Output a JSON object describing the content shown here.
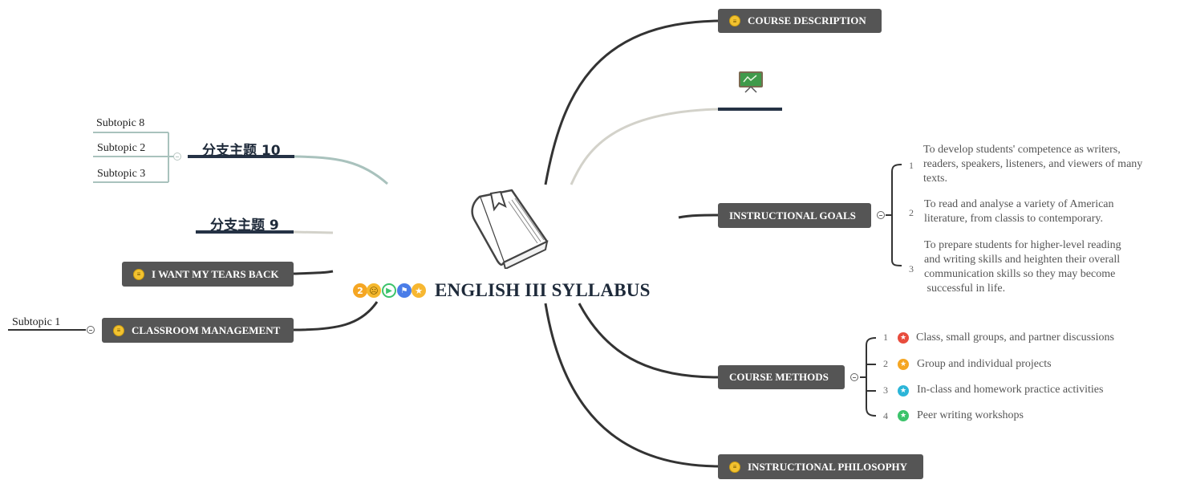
{
  "central": {
    "title": "ENGLISH III SYLLABUS",
    "icon": "book-icon",
    "markers": [
      {
        "name": "priority-2-icon",
        "label": "2",
        "color": "#f5a623"
      },
      {
        "name": "emoji-crying-icon",
        "label": "",
        "color": "#f5b82e"
      },
      {
        "name": "play-task-icon",
        "label": "",
        "color": "#3cc36b"
      },
      {
        "name": "flag-icon",
        "label": "",
        "color": "#4a7de8"
      },
      {
        "name": "star-icon",
        "label": "",
        "color": "#f7b731"
      }
    ]
  },
  "right": {
    "course_description": "COURSE DESCRIPTION",
    "image_topic_icon": "teaching-board-icon",
    "instructional_goals": {
      "label": "INSTRUCTIONAL GOALS",
      "items": [
        {
          "num": "1",
          "text": [
            "To develop students' competence as writers,",
            "readers, speakers, listeners, and viewers of many",
            "texts."
          ]
        },
        {
          "num": "2",
          "text": [
            "To read and analyse a variety of American",
            "literature, from classis to contemporary."
          ]
        },
        {
          "num": "3",
          "text": [
            "To prepare students for higher-level reading",
            "and writing skills and heighten their overall",
            "communication skills so they may become",
            " successful in life."
          ]
        }
      ]
    },
    "course_methods": {
      "label": "COURSE METHODS",
      "items": [
        {
          "num": "1",
          "text": "Class, small groups, and partner discussions",
          "star_color": "#e84c3d"
        },
        {
          "num": "2",
          "text": "Group and individual projects",
          "star_color": "#f5a623"
        },
        {
          "num": "3",
          "text": "In-class and homework practice activities",
          "star_color": "#2bb5d8"
        },
        {
          "num": "4",
          "text": "Peer writing workshops",
          "star_color": "#3cc36b"
        }
      ]
    },
    "instructional_philosophy": "INSTRUCTIONAL PHILOSOPHY"
  },
  "left": {
    "branch10": {
      "label": "分支主题 10",
      "subtopics": [
        "Subtopic 8",
        "Subtopic 2",
        "Subtopic 3"
      ]
    },
    "branch9": {
      "label": "分支主题 9"
    },
    "tears": "I WANT MY TEARS BACK",
    "classroom": {
      "label": "CLASSROOM MANAGEMENT",
      "subtopic": "Subtopic 1"
    }
  },
  "colors": {
    "node_bg": "#555555",
    "line_dark": "#333333",
    "line_light": "#d0d0c8",
    "line_teal": "#a9c2bd",
    "underline": "#253245"
  }
}
